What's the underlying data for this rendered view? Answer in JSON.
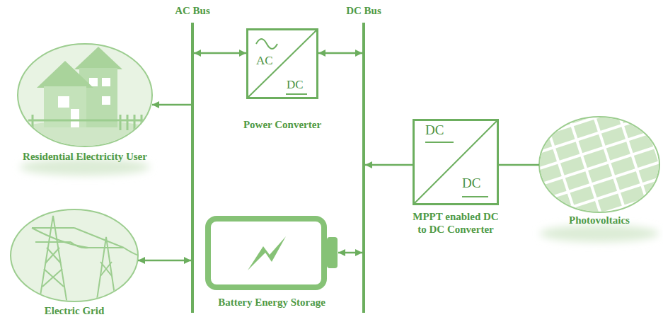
{
  "diagram": {
    "nodes": [
      {
        "text": [
          "AC Bus"
        ]
      },
      {
        "text": [
          "DC Bus"
        ]
      },
      {
        "text": [
          "AC",
          "DC",
          "Power Converter"
        ]
      },
      {
        "text": [
          "Residential Electricity User"
        ]
      },
      {
        "text": [
          "Electric Grid"
        ]
      },
      {
        "text": [
          "Battery Energy Storage"
        ]
      },
      {
        "text": [
          "DC",
          "DC",
          "MPPT enabled DC to DC Converter"
        ]
      },
      {
        "text": [
          "Photovoltaics"
        ]
      }
    ],
    "edges": [
      {
        "from": 0,
        "to": 2,
        "arrow": "both"
      },
      {
        "from": 2,
        "to": 1,
        "arrow": "both"
      },
      {
        "from": 0,
        "to": 3,
        "arrow": "to"
      },
      {
        "from": 4,
        "to": 0,
        "arrow": "both"
      },
      {
        "from": 5,
        "to": 1,
        "arrow": "both"
      },
      {
        "from": 6,
        "to": 1,
        "arrow": "to"
      },
      {
        "from": 7,
        "to": 6,
        "arrow": "none"
      }
    ]
  }
}
